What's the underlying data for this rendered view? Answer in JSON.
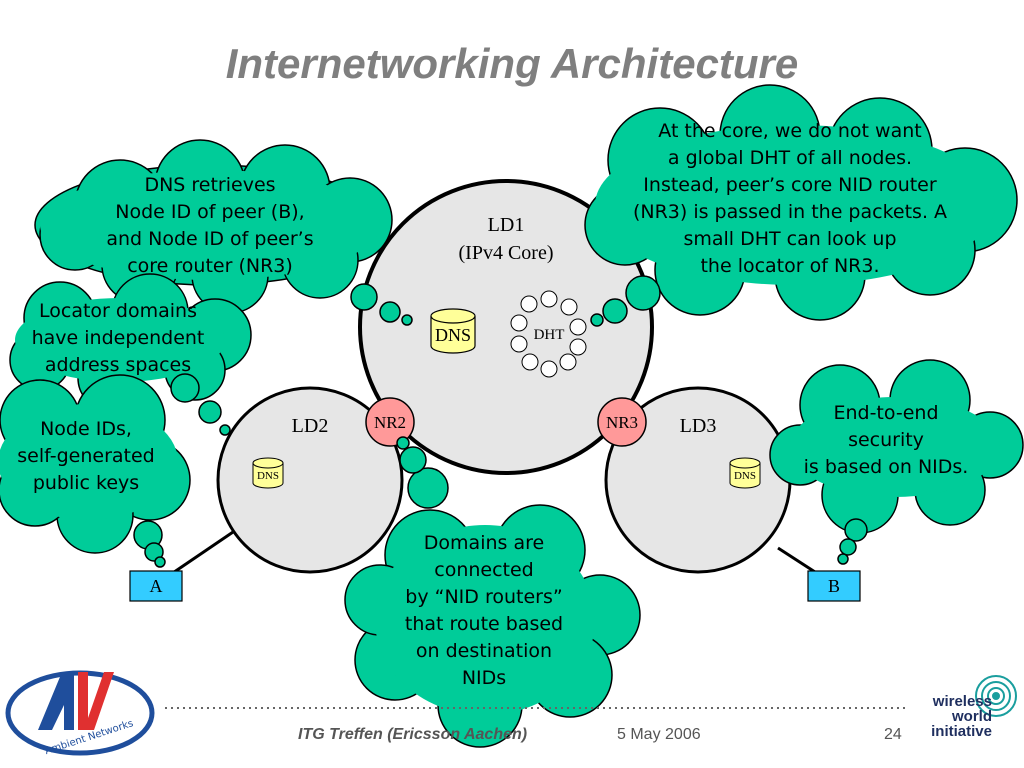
{
  "slide": {
    "title": "Internetworking Architecture",
    "domains": {
      "ld1": "LD1",
      "ld1_sub": "(IPv4 Core)",
      "ld2": "LD2",
      "ld3": "LD3"
    },
    "routers": {
      "nr2": "NR2",
      "nr3": "NR3"
    },
    "dns_label": "DNS",
    "dht_label": "DHT",
    "hosts": {
      "a": "A",
      "b": "B"
    },
    "callouts": {
      "dns": "DNS retrieves\nNode ID of peer (B),\nand Node ID of peer’s\ncore router (NR3)",
      "locator": "Locator domains\nhave independent\naddress spaces",
      "nodeids": "Node IDs,\nself-generated\npublic keys",
      "core": "At the core, we do not want\na global DHT of all nodes.\nInstead, peer’s core NID router\n(NR3) is passed in the packets. A\nsmall DHT can look up\nthe locator of NR3.",
      "e2e": "End-to-end\nsecurity\nis based on NIDs.",
      "domains": "Domains are\nconnected\nby “NID routers”\nthat route based\non destination\nNIDs"
    },
    "footer": {
      "event": "ITG Treffen (Ericsson Aachen)",
      "date": "5 May 2006",
      "page": "24",
      "logo_left": "Ambient Networks",
      "logo_right_1": "wireless",
      "logo_right_2": "world",
      "logo_right_3": "initiative"
    },
    "colors": {
      "cloud_fill": "#00cc99",
      "domain_fill": "#e6e6e6",
      "router_fill": "#ff9999",
      "dns_fill": "#ffff99",
      "host_fill": "#33ccff",
      "title_color": "#7f7f7f"
    }
  }
}
